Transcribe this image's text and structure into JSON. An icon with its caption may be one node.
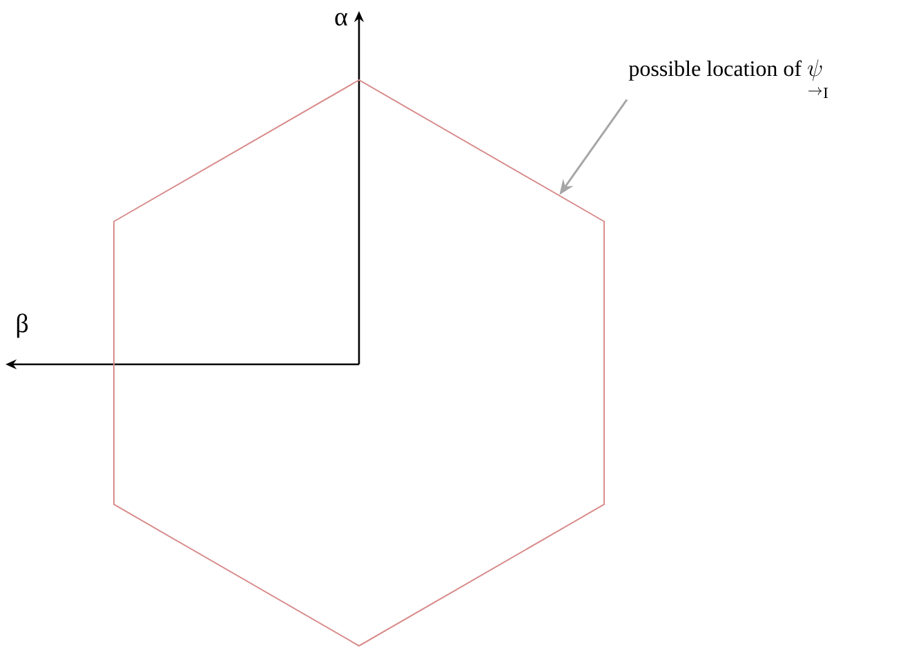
{
  "diagram": {
    "nodes": [
      {
        "text": [
          "possible location of",
          "\\underset{\\rightarrow}{\\psi}_{\\mathrm{I}}"
        ]
      },
      {
        "text": [],
        "shape": "hexagon"
      }
    ],
    "edges": [
      {
        "from": 0,
        "to": 1,
        "arrow": "to",
        "color": "#a6a6a6"
      }
    ],
    "labels": [
      "α",
      "β"
    ]
  }
}
